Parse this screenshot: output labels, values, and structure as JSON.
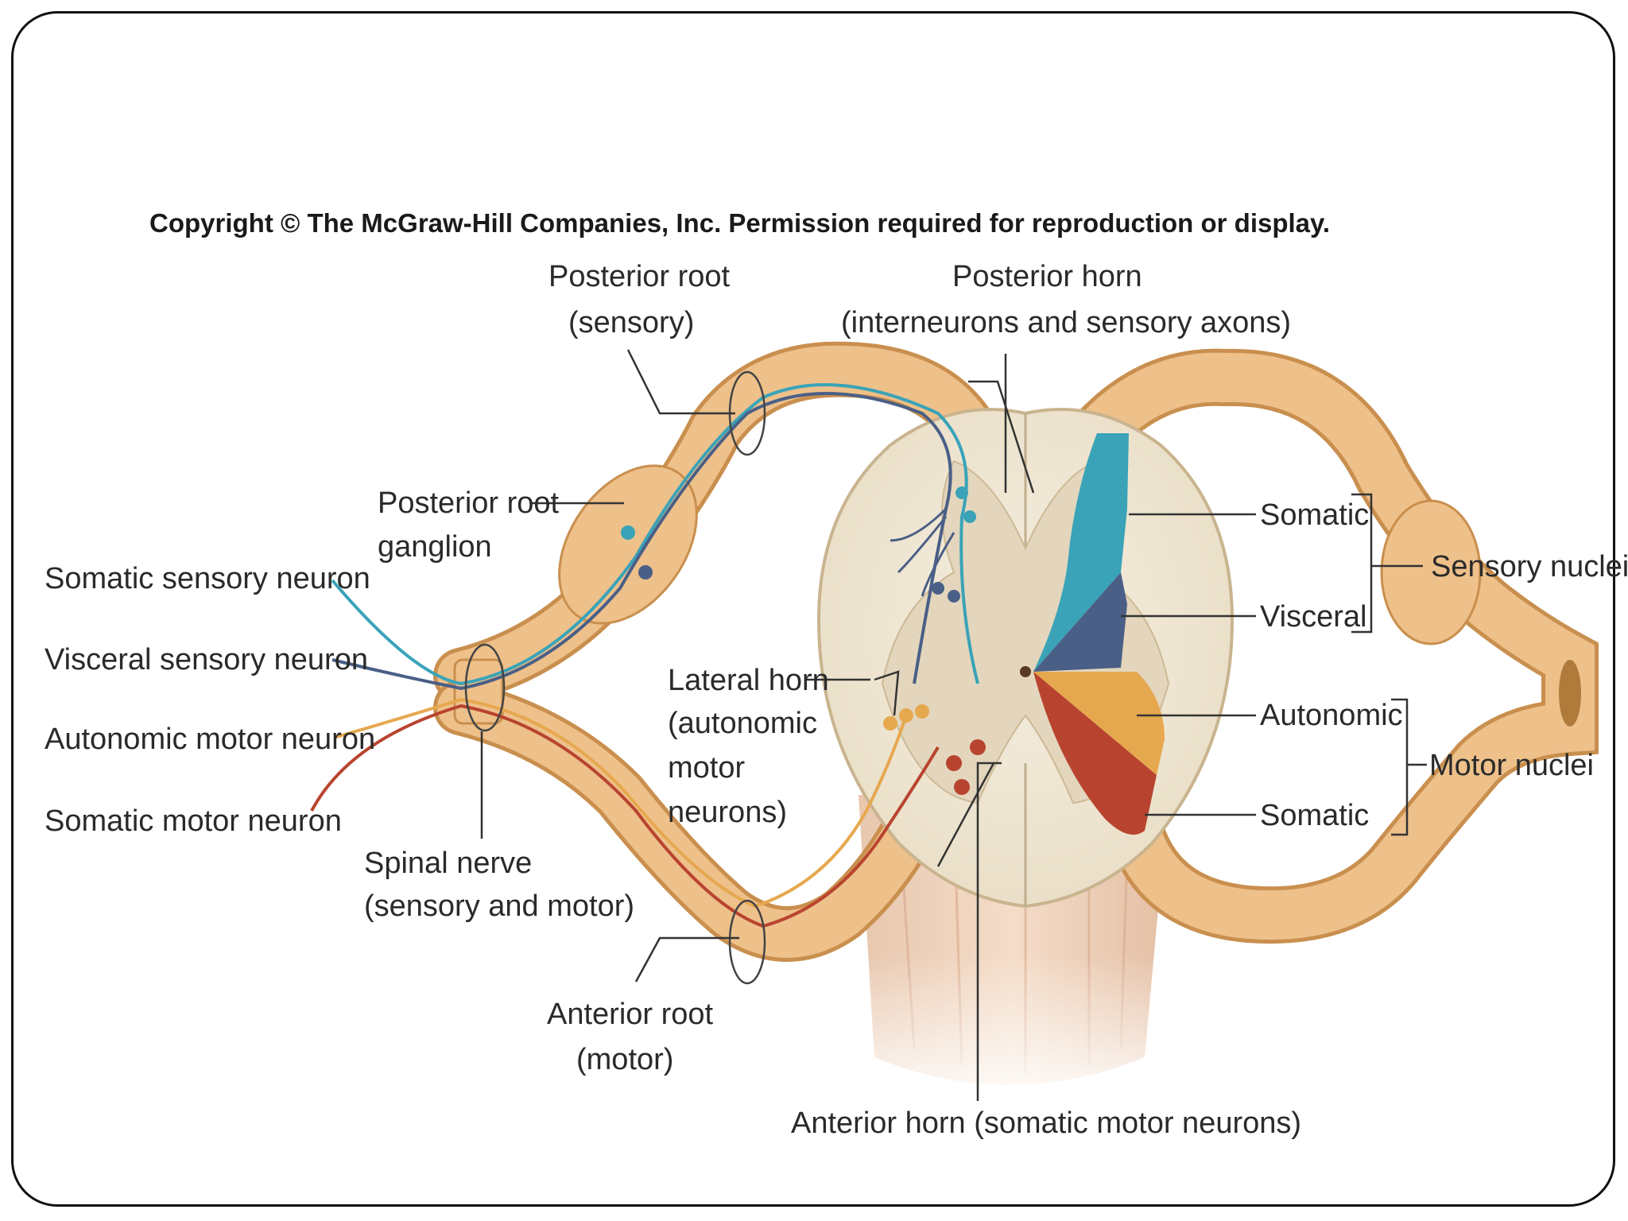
{
  "copyright": "Copyright © The McGraw-Hill Companies, Inc. Permission required for reproduction or display.",
  "labels": {
    "posterior_root_1": "Posterior root",
    "posterior_root_2": "(sensory)",
    "posterior_horn_1": "Posterior horn",
    "posterior_horn_2": "(interneurons and sensory axons)",
    "posterior_root_ganglion_1": "Posterior root",
    "posterior_root_ganglion_2": "ganglion",
    "somatic_sensory_neuron": "Somatic sensory neuron",
    "visceral_sensory_neuron": "Visceral sensory neuron",
    "autonomic_motor_neuron": "Autonomic motor neuron",
    "somatic_motor_neuron": "Somatic motor neuron",
    "lateral_horn_1": "Lateral horn",
    "lateral_horn_2": "(autonomic",
    "lateral_horn_3": "motor",
    "lateral_horn_4": "neurons)",
    "spinal_nerve_1": "Spinal nerve",
    "spinal_nerve_2": "(sensory and motor)",
    "anterior_root_1": "Anterior root",
    "anterior_root_2": "(motor)",
    "anterior_horn": "Anterior horn (somatic motor neurons)",
    "somatic_upper": "Somatic",
    "visceral": "Visceral",
    "autonomic": "Autonomic",
    "somatic_lower": "Somatic",
    "sensory_nuclei": "Sensory nuclei",
    "motor_nuclei": "Motor nuclei"
  },
  "colors": {
    "nerve": "#e8b77a",
    "nerve_edge": "#c98f4e",
    "cord": "#f1e9d6",
    "gray_matter": "#e3d6bd",
    "somatic_sensory": "#3aa3b8",
    "visceral_sensory": "#4a5f86",
    "autonomic_motor": "#e6a84f",
    "somatic_motor": "#b8442f"
  }
}
